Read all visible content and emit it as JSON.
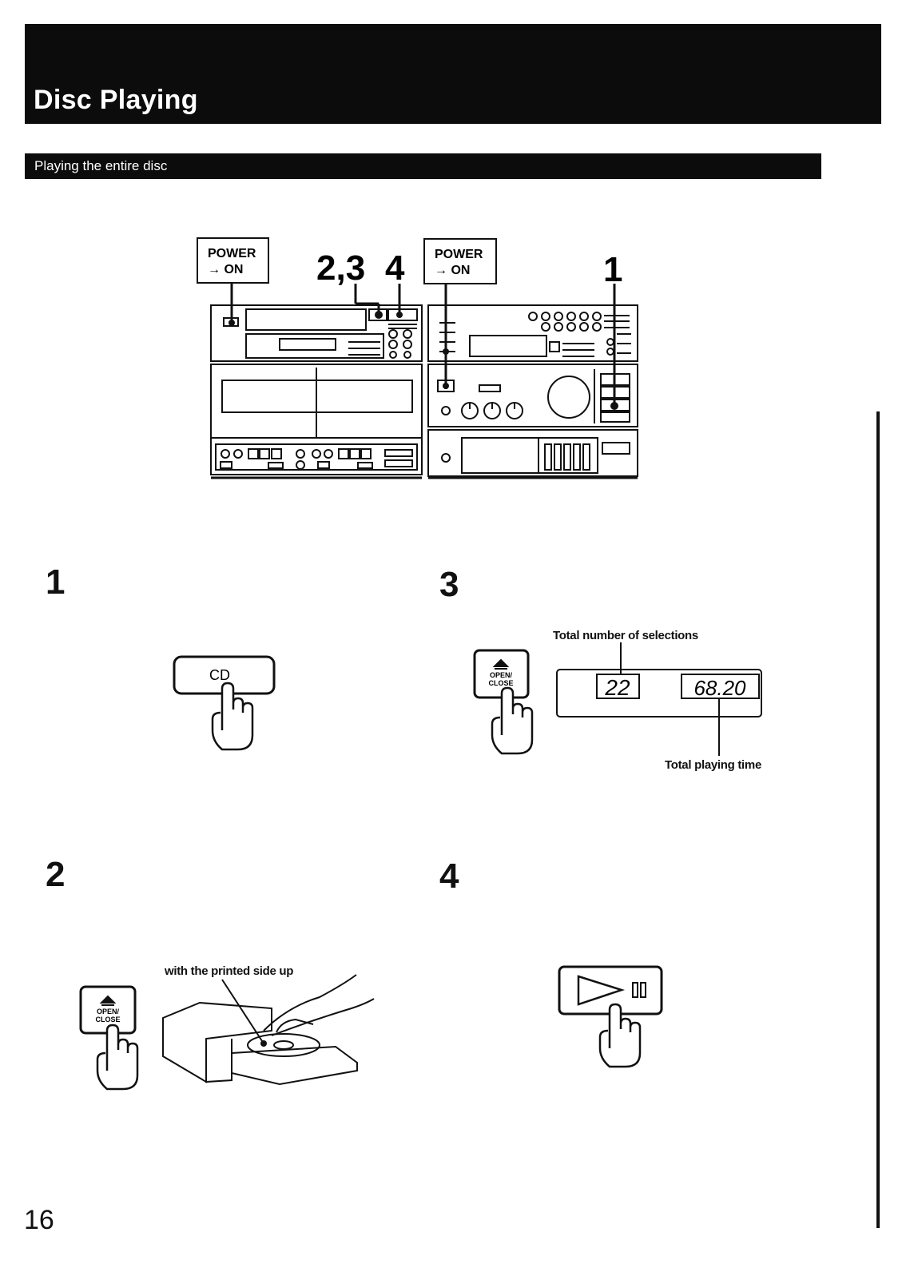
{
  "page": {
    "title": "Disc Playing",
    "section": "Playing the entire disc",
    "page_number": "16"
  },
  "overview": {
    "power_label_1": "POWER",
    "power_label_2": "→ ON",
    "callout_23": "2,3",
    "callout_4": "4",
    "callout_1": "1"
  },
  "steps": [
    {
      "number": "1",
      "button_label": "CD"
    },
    {
      "number": "2",
      "button_label_line1": "OPEN/",
      "button_label_line2": "CLOSE",
      "caption": "with the printed side up"
    },
    {
      "number": "3",
      "button_label_line1": "OPEN/",
      "button_label_line2": "CLOSE",
      "display_tracks": "22",
      "display_time": "68.20",
      "label_total_selections": "Total number of selections",
      "label_total_time": "Total playing time"
    },
    {
      "number": "4",
      "button_symbol": "▷ II"
    }
  ]
}
